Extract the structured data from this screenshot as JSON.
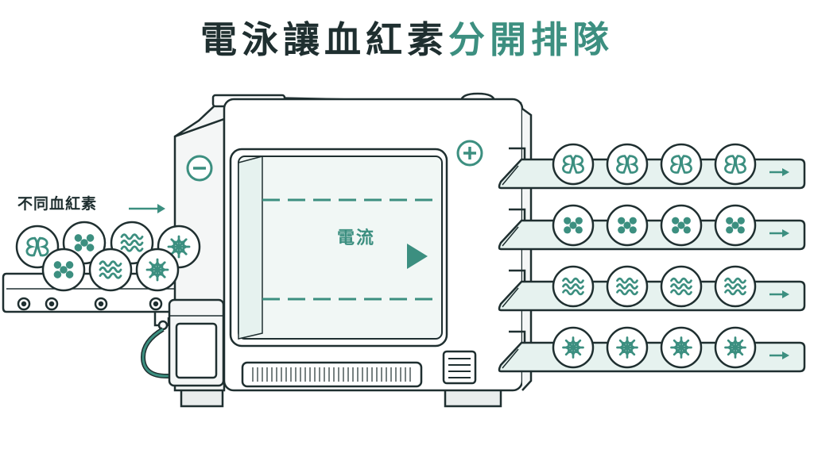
{
  "title": {
    "main": "電泳讓血紅素",
    "accent": "分開排隊"
  },
  "labels": {
    "input": "不同血紅素",
    "current": "電流"
  },
  "electrodes": {
    "negative": "−",
    "positive": "+"
  },
  "colors": {
    "ink": "#1f2f30",
    "accent": "#3c8f80",
    "tray": "#e6f2ef",
    "pale": "#f1f7f5"
  },
  "output_rows": [
    {
      "type": "loops-icon"
    },
    {
      "type": "dots-icon"
    },
    {
      "type": "waves-icon"
    },
    {
      "type": "snowflake-icon"
    }
  ],
  "input_particles": [
    "loops-icon",
    "dots-icon",
    "waves-icon",
    "snowflake-icon",
    "dots-icon",
    "waves-icon",
    "snowflake-icon"
  ]
}
